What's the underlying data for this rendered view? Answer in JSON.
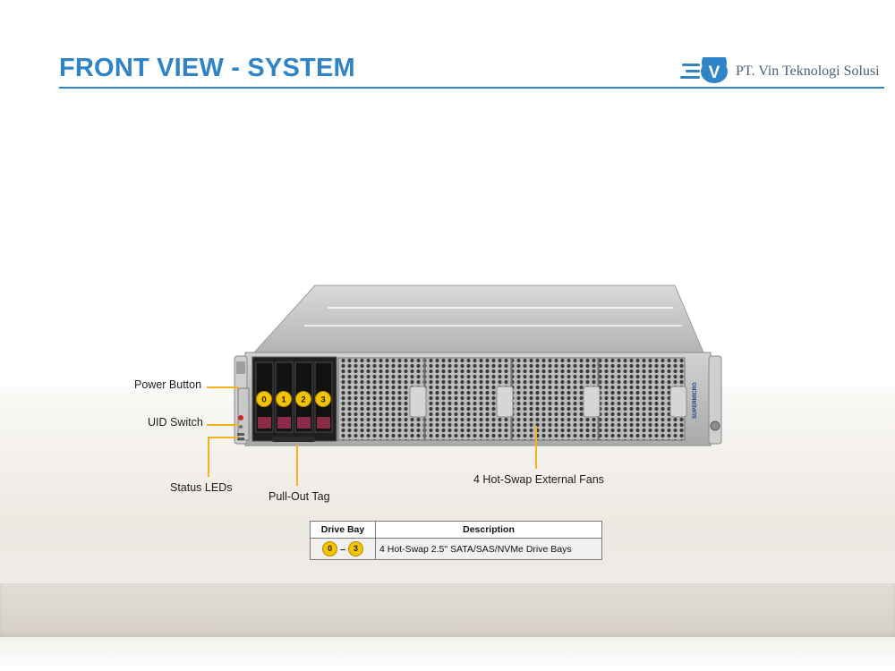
{
  "header": {
    "title": "FRONT VIEW - SYSTEM",
    "company": "PT. Vin Teknologi Solusi",
    "logo_letter": "V"
  },
  "colors": {
    "title": "#2e84c6",
    "callout": "#f2b31e",
    "badge": "#f5c400"
  },
  "callouts": {
    "power_button": "Power Button",
    "uid_switch": "UID Switch",
    "status_leds": "Status LEDs",
    "pull_out_tag": "Pull-Out Tag",
    "fans": "4 Hot-Swap External Fans"
  },
  "drive_bays": [
    "0",
    "1",
    "2",
    "3"
  ],
  "chassis_brand": "SUPERMICRO",
  "table": {
    "headers": [
      "Drive Bay",
      "Description"
    ],
    "row": {
      "from": "0",
      "to": "3",
      "description": "4 Hot-Swap 2.5\" SATA/SAS/NVMe Drive Bays"
    }
  }
}
